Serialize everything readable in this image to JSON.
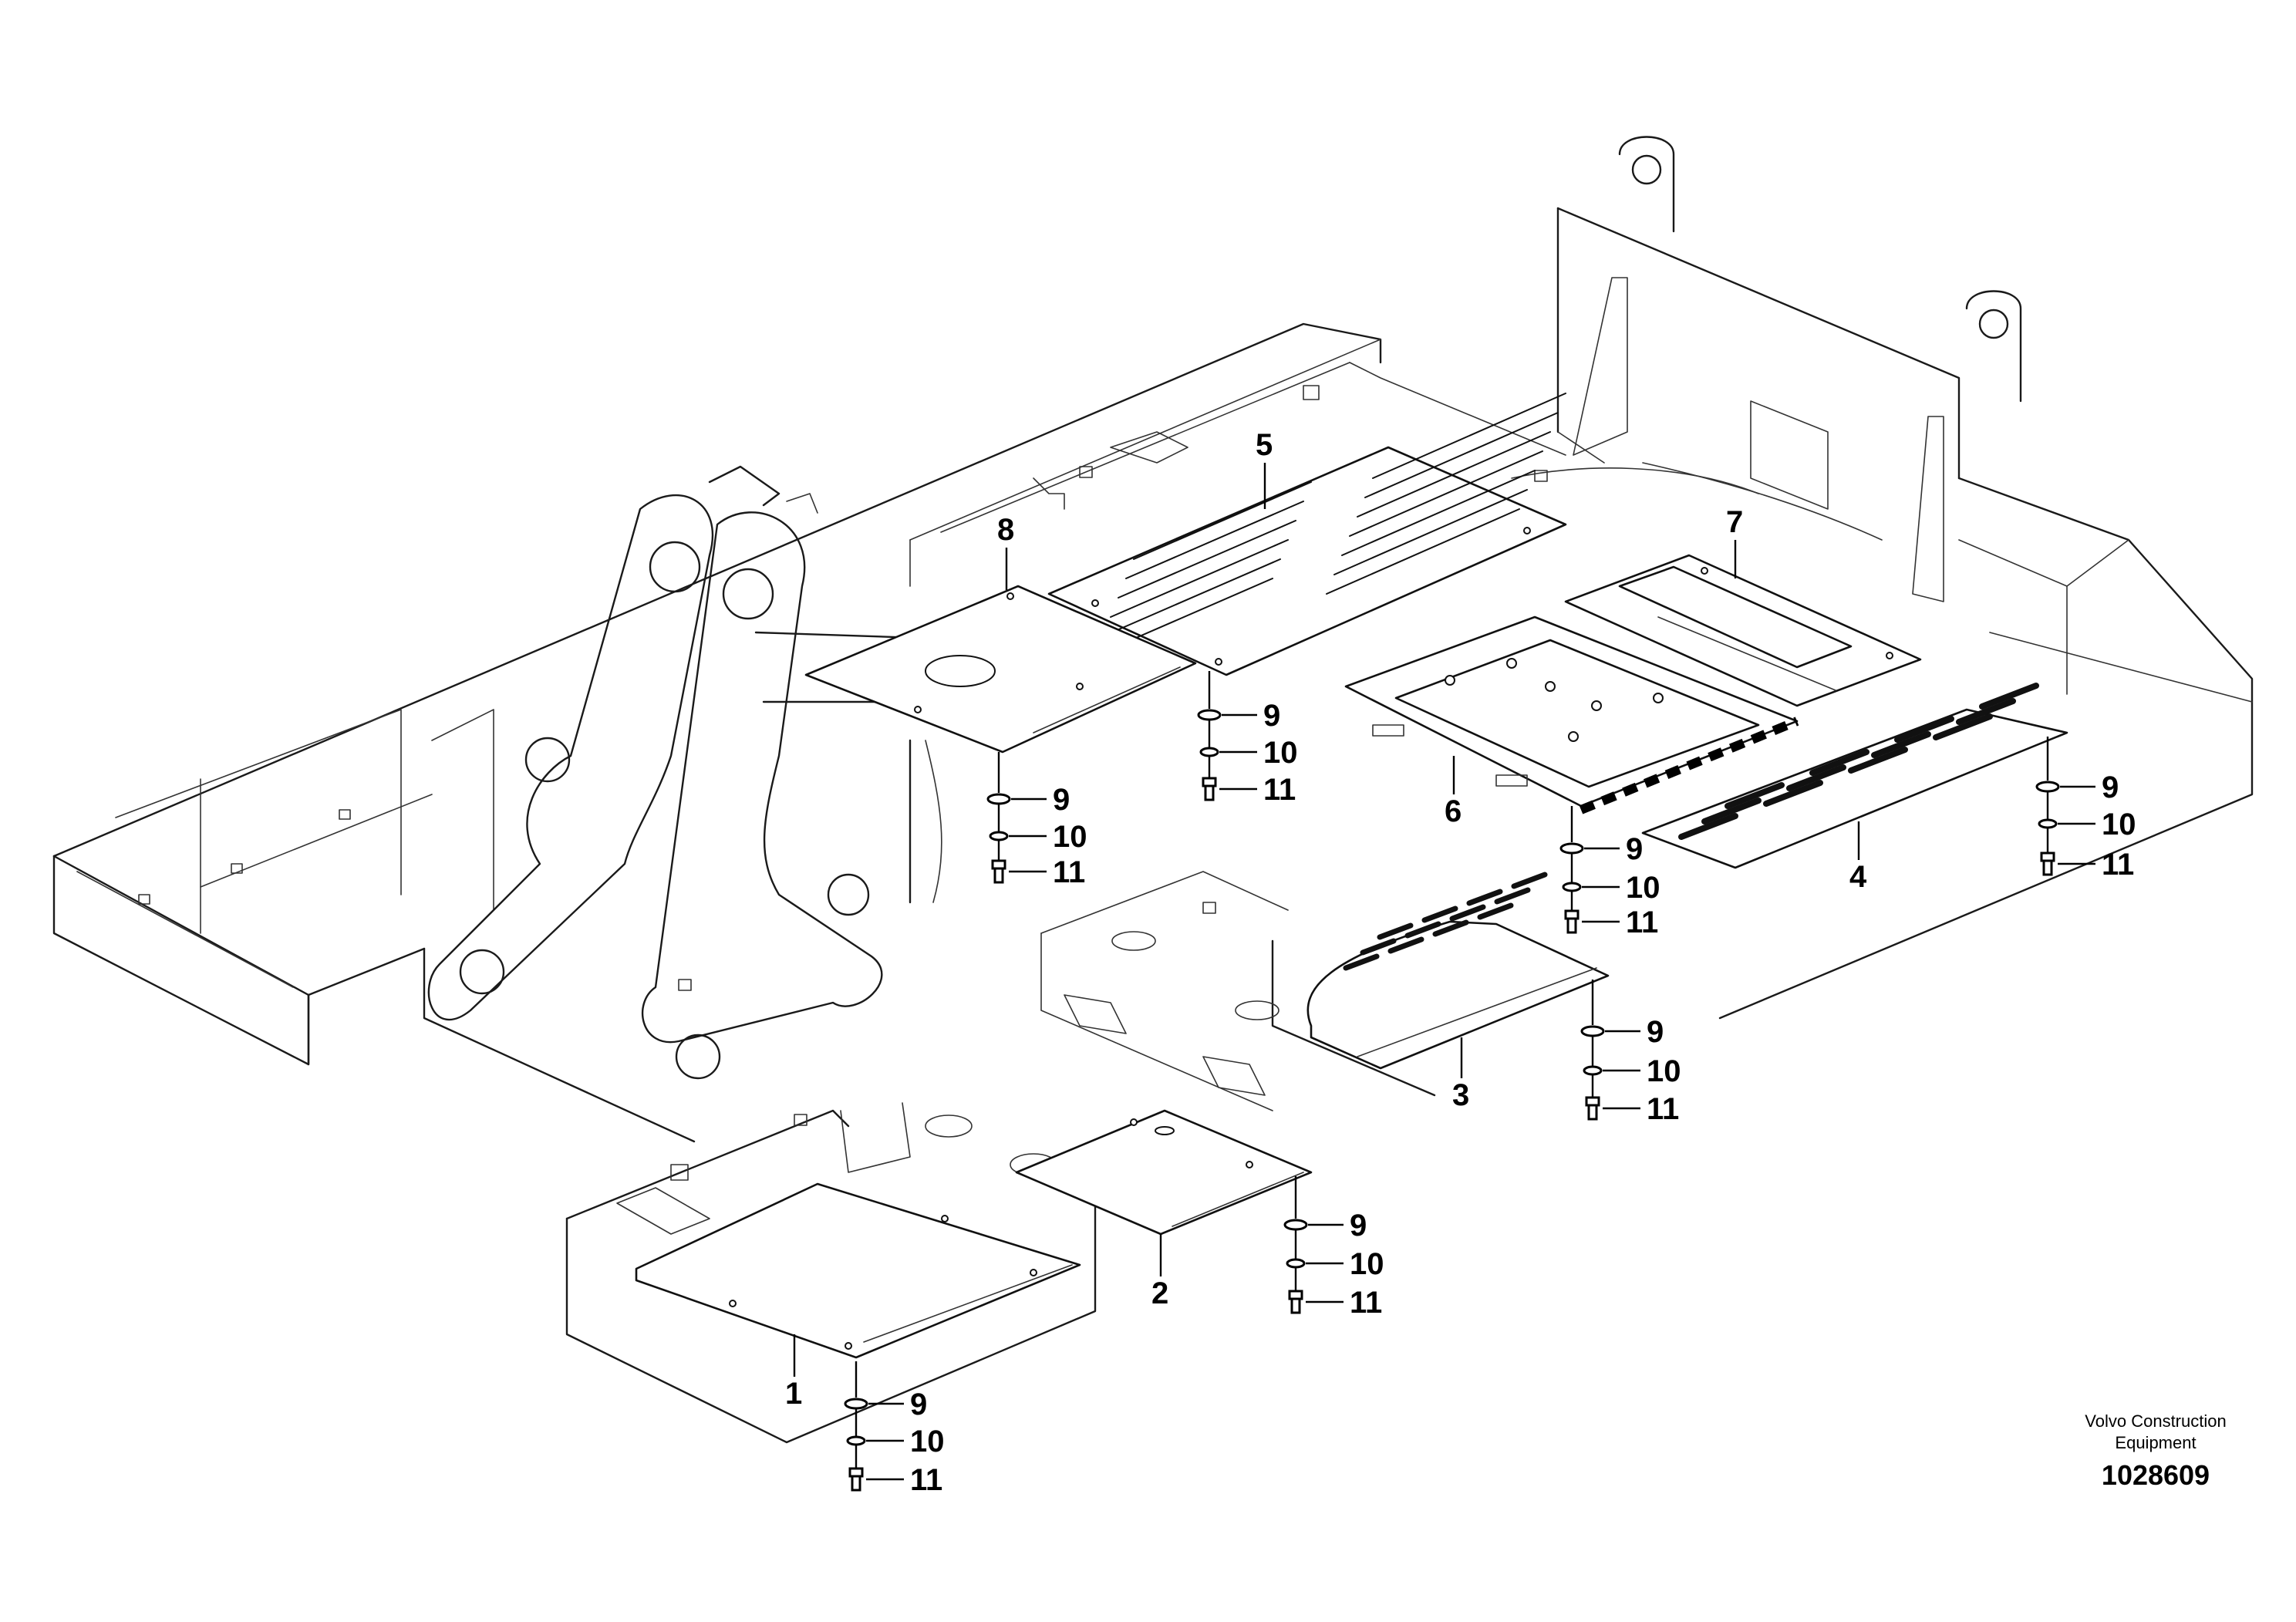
{
  "callouts": {
    "c1": "1",
    "c2": "2",
    "c3": "3",
    "c4": "4",
    "c5": "5",
    "c6": "6",
    "c7": "7",
    "c8": "8",
    "nine": "9",
    "ten": "10",
    "eleven": "11"
  },
  "title_block": {
    "company_line1": "Volvo Construction",
    "company_line2": "Equipment",
    "drawing_number": "1028609"
  }
}
